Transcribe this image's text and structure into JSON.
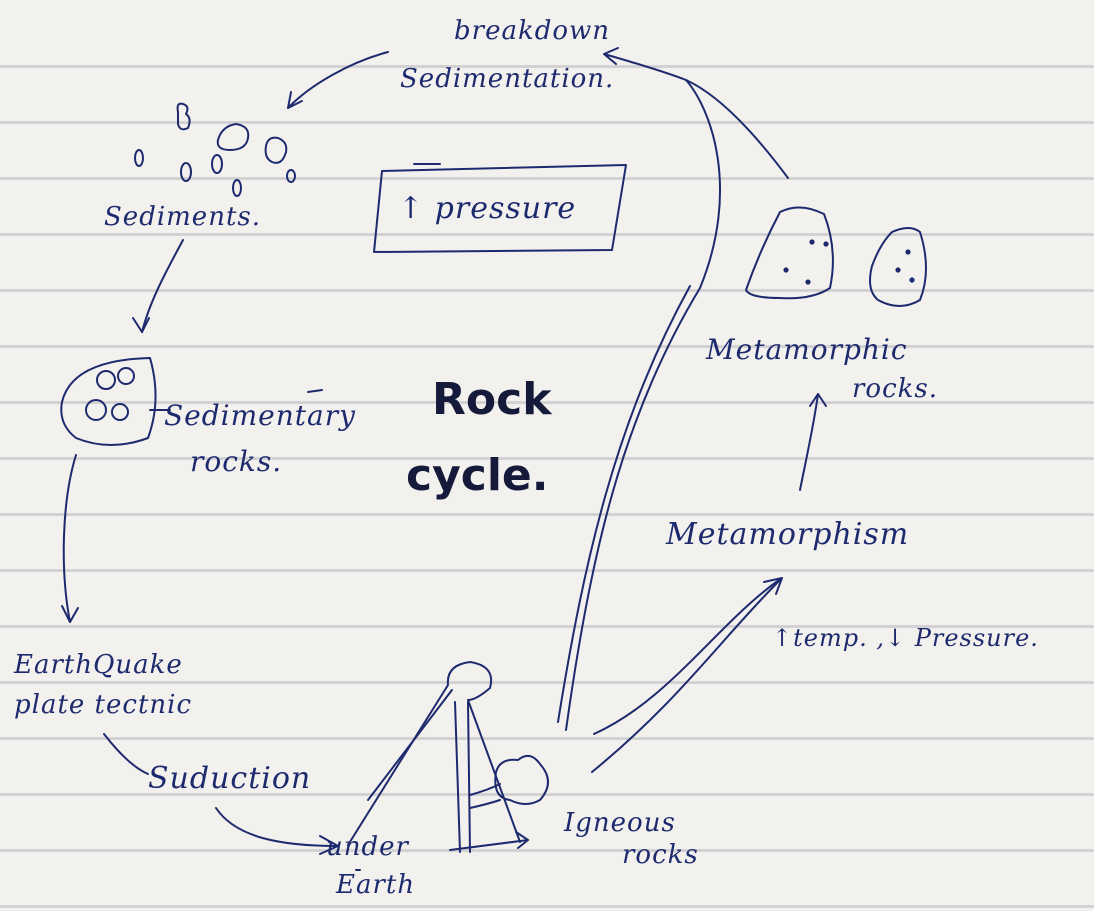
{
  "title": {
    "line1": "Rock",
    "line2": "cycle."
  },
  "labels": {
    "breakdown": "breakdown",
    "sedimentation": "Sedimentation.",
    "sediments": "Sediments.",
    "pressure_box": "↑ pressure",
    "sedimentary_rocks_1": "Sedimentary",
    "sedimentary_rocks_2": "rocks.",
    "metamorphic_rocks_1": "Metamorphic",
    "metamorphic_rocks_2": "rocks.",
    "metamorphism": "Metamorphism",
    "temp_pressure": "↑temp. ,↓ Pressure.",
    "earthquake": "EarthQuake",
    "plate_tectonic": "plate tectnic",
    "subduction": "Suduction",
    "under_earth_1": "under",
    "under_earth_2": "Earth",
    "igneous_1": "Igneous",
    "igneous_2": "rocks"
  },
  "colors": {
    "ink": "#1e2a6e",
    "paper": "#f2f1ee",
    "rule_line": "#a0a0ae"
  }
}
